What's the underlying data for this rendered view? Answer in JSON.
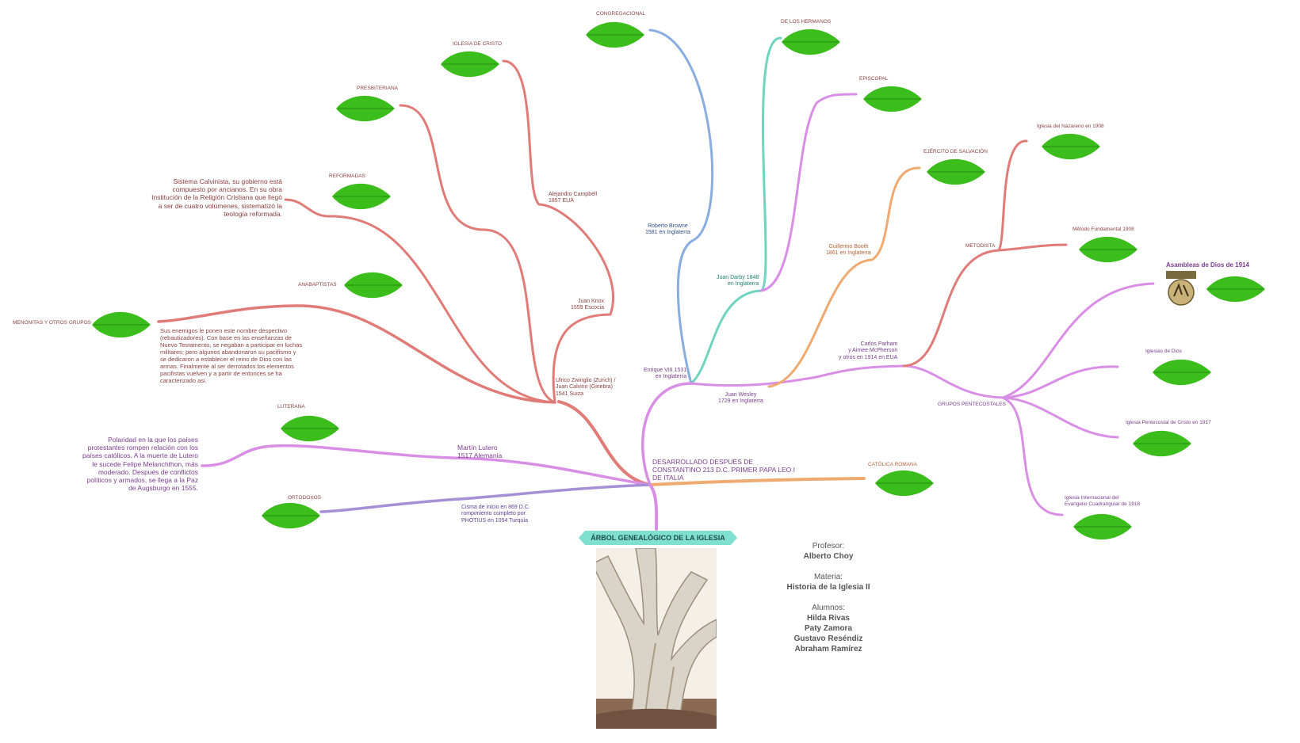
{
  "title": "ÁRBOL GENEALÓGICO DE LA IGLESIA",
  "colors": {
    "red": "#e07b78",
    "blue": "#8aade0",
    "teal": "#6fd3bf",
    "violet": "#d98ee6",
    "orange": "#eeaa70",
    "purple": "#a78fd6",
    "orange_dark": "#e6a267",
    "leaf": "#3bbd1c"
  },
  "leaves": {
    "congregacional": "CONGREGACIONAL",
    "iglesia_de_cristo": "IGLESIA DE CRISTO",
    "presbiteriana": "PRESBITERIANA",
    "reformadas": "REFORMADAS",
    "anabaptistas": "ANABAPTISTAS",
    "menonitas": "MENONITAS Y OTROS GRUPOS",
    "luterana": "LUTERANA",
    "ortodoxos": "ORTODOXOS",
    "de_los_hermanos": "DE LOS HERMANOS",
    "episcopal": "EPISCOPAL",
    "ejercito": "EJÉRCITO DE SALVACIÓN",
    "nazareno": "Iglesia del Nazareno en 1908",
    "metodo": "Método Fundamental 1908",
    "asambleas": "Asambleas de Dios de 1914",
    "iglesias_de_dios": "Iglesias de Dios",
    "pentecostal_cristo": "Iglesia Pentecostal de Cristo en 1917",
    "cuadrangular": [
      "Iglesia Internacional del",
      "Evangelio Cuadrangular de 1918"
    ],
    "catolica": "CATÓLICA ROMANA"
  },
  "mid_labels": {
    "campbell": [
      "Alejandro Campbell",
      "1857 EUA"
    ],
    "knox": [
      "Juan Knox",
      "1559 Escocia"
    ],
    "zwinglio": [
      "Ulrico Zwinglio (Zurich) /",
      "Juan Calvino (Ginebra)",
      "1541 Suiza"
    ],
    "browne": [
      "Roberto Browne",
      "1581 en Inglaterra"
    ],
    "darby": [
      "Juan Darby 1848",
      "en Inglaterra"
    ],
    "enrique": [
      "Enrique VIII 1531",
      "en Inglaterra"
    ],
    "wesley": [
      "Juan Wesley",
      "1729 en Inglaterra"
    ],
    "booth": [
      "Guillermo Booth",
      "1861 en Inglaterra"
    ],
    "metodista": "METODISTA",
    "parham": [
      "Carlos Parham",
      "y Aimee McPherson",
      "y otros en 1914 en EUA"
    ],
    "pentecostales": "GRUPOS PENTECOSTALES",
    "lutero": [
      "Martín Lutero",
      "1517 Alemania"
    ],
    "cisma": [
      "Cisma de inicio en 869 D.C.",
      "rompimiento completo por",
      "PHOTIUS en 1054 Turquía"
    ],
    "constantino": [
      "DESARROLLADO DESPUÉS DE",
      "CONSTANTINO 213 D.C. PRIMER PAPA LEO I",
      "DE ITALIA"
    ]
  },
  "notes": {
    "calvinista": [
      "Sistema Calvinista, su gobierno está",
      "compuesto por ancianos. En su obra",
      "Institución de la Religión Cristiana que llegó",
      "a ser de cuatro volúmenes, sistematizó la",
      "teología reformada."
    ],
    "anabaptistas": [
      "Sus enemigos le ponen este nombre despectivo",
      "(rebautizadores). Con base en las enseñanzas de",
      "Nuevo Testamento, se negaban a participar en luchas",
      "militares; pero algunos abandonaron su pacifismo y",
      "se dedicaron a establecer el reino de Dios con las",
      "armas. Finalmente al ser derrotados los elementos",
      "pacifistas vuelven y a partir de entonces se ha",
      "caracterizado asi."
    ],
    "lutero": [
      "Polaridad en la que los países",
      "protestantes rompen relación con los",
      "países católicos. A la muerte de Lutero",
      "le sucede Felipe Melanchthon, más",
      "moderado. Después de conflictos",
      "políticos y armados, se llega a la Paz",
      "de Augsburgo en 1555."
    ]
  },
  "credits": {
    "profesor_label": "Profesor:",
    "profesor": "Alberto Choy",
    "materia_label": "Materia:",
    "materia": "Historia de la Iglesia II",
    "alumnos_label": "Alumnos:",
    "alumnos": [
      "Hilda Rivas",
      "Paty Zamora",
      "Gustavo Reséndiz",
      "Abraham Ramírez"
    ]
  },
  "icons": {
    "leaf": "leaf-icon",
    "trunk": "tree-trunk-image",
    "logo": "asambleas-logo-icon"
  }
}
